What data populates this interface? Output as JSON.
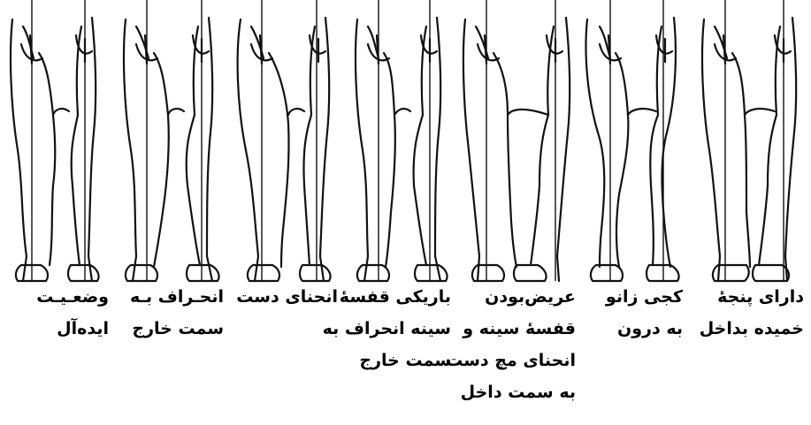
{
  "diagram": {
    "panels": [
      {
        "id": "ideal",
        "lines": [
          "وضعـيـت",
          "ایده‌آل"
        ]
      },
      {
        "id": "deviation-outward",
        "lines": [
          "انحـراف بـه",
          "سمت خارج"
        ]
      },
      {
        "id": "hand-curvature",
        "lines": [
          "انحنای دست"
        ]
      },
      {
        "id": "narrow-chest",
        "lines": [
          "باریکی قفسهٔ",
          "سینه  انحراف به",
          "سمت خارج"
        ]
      },
      {
        "id": "wide-chest",
        "lines": [
          "عریض‌بودن",
          "قفسهٔ سینه و",
          "انحنای مچ دست",
          "به سمت داخل"
        ]
      },
      {
        "id": "knock-knee",
        "lines": [
          "کجی زانو",
          "به درون"
        ]
      },
      {
        "id": "toe-in",
        "lines": [
          "دارای پنجهٔ",
          "خمیده بداخل"
        ]
      }
    ]
  }
}
